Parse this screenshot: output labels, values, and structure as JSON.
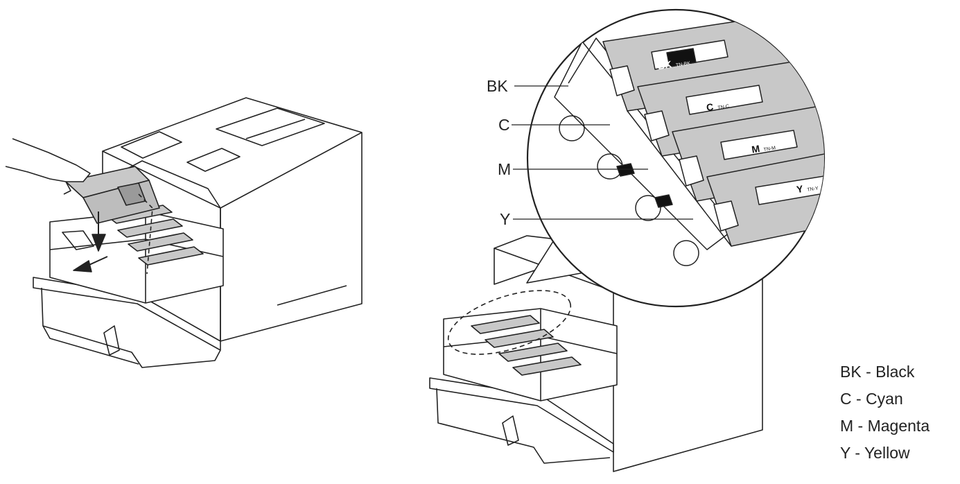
{
  "diagram": {
    "left_figure": "printer-drum-insertion",
    "right_figure": "printer-toner-color-positions"
  },
  "callouts": [
    {
      "id": "bk",
      "label": "BK"
    },
    {
      "id": "c",
      "label": "C"
    },
    {
      "id": "m",
      "label": "M"
    },
    {
      "id": "y",
      "label": "Y"
    }
  ],
  "cartridge_labels": [
    {
      "letter": "BK",
      "model": "TN-BK"
    },
    {
      "letter": "C",
      "model": "TN-C"
    },
    {
      "letter": "M",
      "model": "TN-M"
    },
    {
      "letter": "Y",
      "model": "TN-Y"
    }
  ],
  "legend": {
    "items": [
      {
        "text": "BK - Black"
      },
      {
        "text": "C - Cyan"
      },
      {
        "text": "M - Magenta"
      },
      {
        "text": "Y - Yellow"
      }
    ]
  },
  "colors": {
    "line": "#222222",
    "cartridge_fill": "#c8c8c8",
    "cartridge_dark": "#9a9a9a",
    "label_black": "#111111",
    "background": "#ffffff"
  }
}
